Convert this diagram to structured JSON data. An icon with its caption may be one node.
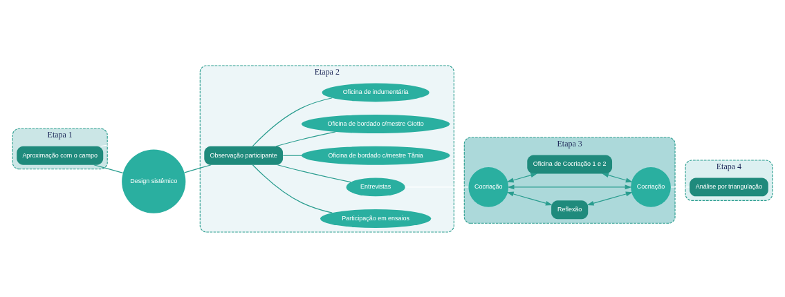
{
  "diagram": {
    "nodes": [
      {
        "text": [
          "Etapa 1"
        ]
      },
      {
        "text": [
          "Aproximação com o campo"
        ],
        "in": 0
      },
      {
        "text": [
          "Etapa 2"
        ]
      },
      {
        "text": [
          "Design sistêmico"
        ]
      },
      {
        "text": [
          "Participação em ensaios"
        ],
        "in": 2
      },
      {
        "text": [
          "Observação participante"
        ],
        "in": 2
      },
      {
        "text": [
          "Entrevistas"
        ],
        "in": 2
      },
      {
        "text": [
          "Oficina de bordado c/mestre Tânia"
        ],
        "in": 2
      },
      {
        "text": [
          "Oficina de bordado c/mestre Giotto"
        ],
        "in": 2
      },
      {
        "text": [
          "Oficina de indumentária"
        ],
        "in": 2
      },
      {
        "text": [
          "Etapa 3"
        ]
      },
      {
        "text": [
          "Reflexão"
        ],
        "in": 10
      },
      {
        "text": [
          "Cocriação"
        ],
        "in": 10
      },
      {
        "text": [
          "Cocriação"
        ],
        "in": 10
      },
      {
        "text": [
          "Oficina de Cocriação 1 e 2"
        ],
        "in": 10
      },
      {
        "text": [
          "Etapa 4"
        ]
      },
      {
        "text": [
          "Análise por triangulação"
        ],
        "in": 15
      }
    ],
    "edges": [
      {
        "from": 1,
        "to": 3,
        "arrow": "none"
      },
      {
        "from": 1,
        "to": 5,
        "arrow": "none",
        "color": "#ffffff"
      },
      {
        "from": 3,
        "to": 5,
        "arrow": "none"
      },
      {
        "from": 5,
        "to": 4,
        "arrow": "none"
      },
      {
        "from": 5,
        "to": 6,
        "arrow": "none"
      },
      {
        "from": 5,
        "to": 7,
        "arrow": "none"
      },
      {
        "from": 5,
        "to": 8,
        "arrow": "none"
      },
      {
        "from": 5,
        "to": 9,
        "arrow": "none"
      },
      {
        "from": 6,
        "to": 12,
        "arrow": "none",
        "color": "#ffffff"
      },
      {
        "from": 12,
        "to": 11,
        "arrow": "both"
      },
      {
        "from": 11,
        "to": 13,
        "arrow": "both"
      },
      {
        "from": 12,
        "to": 13,
        "arrow": "both"
      },
      {
        "from": 12,
        "to": 14,
        "arrow": "both"
      },
      {
        "from": 14,
        "to": 13,
        "arrow": "both"
      },
      {
        "from": 13,
        "to": 16,
        "arrow": "none",
        "color": "#ffffff"
      }
    ]
  }
}
